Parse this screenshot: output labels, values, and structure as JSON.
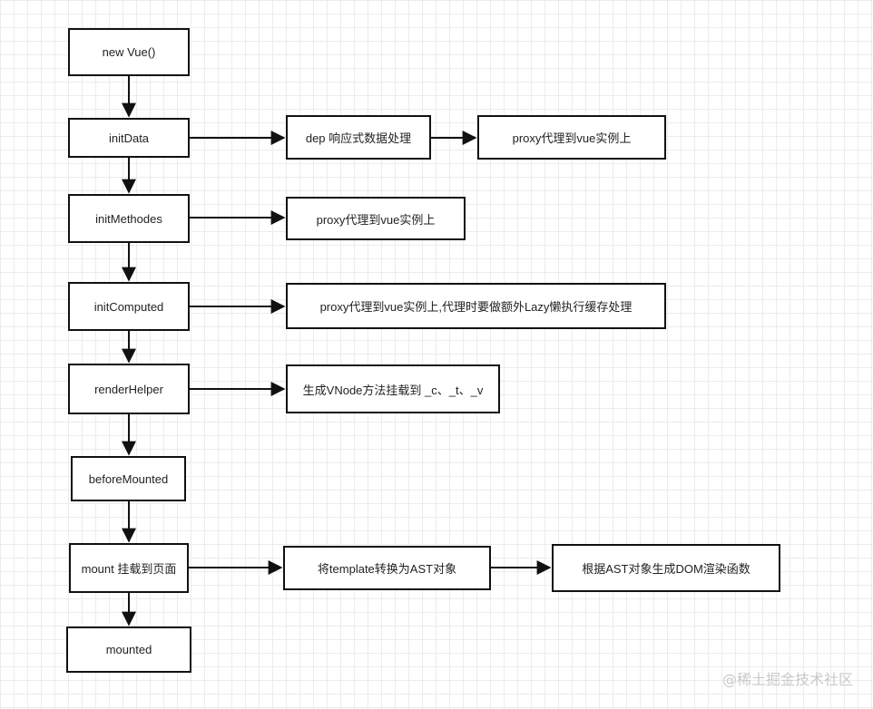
{
  "flow": {
    "new_vue": "new Vue()",
    "init_data": "initData",
    "init_methodes": "initMethodes",
    "init_computed": "initComputed",
    "render_helper": "renderHelper",
    "before_mounted": "beforeMounted",
    "mount": "mount 挂载到页面",
    "mounted": "mounted"
  },
  "side": {
    "dep": "dep 响应式数据处理",
    "proxy_data": "proxy代理到vue实例上",
    "proxy_methodes": "proxy代理到vue实例上",
    "proxy_computed": "proxy代理到vue实例上,代理时要做额外Lazy懒执行缓存处理",
    "vnode": "生成VNode方法挂载到 _c、_t、_v",
    "template_ast": "将template转换为AST对象",
    "ast_dom": "根据AST对象生成DOM渲染函数"
  },
  "watermark": "@稀土掘金技术社区",
  "colors": {
    "stroke": "#111111",
    "grid": "#ececec",
    "watermark": "#c9c9c9"
  }
}
